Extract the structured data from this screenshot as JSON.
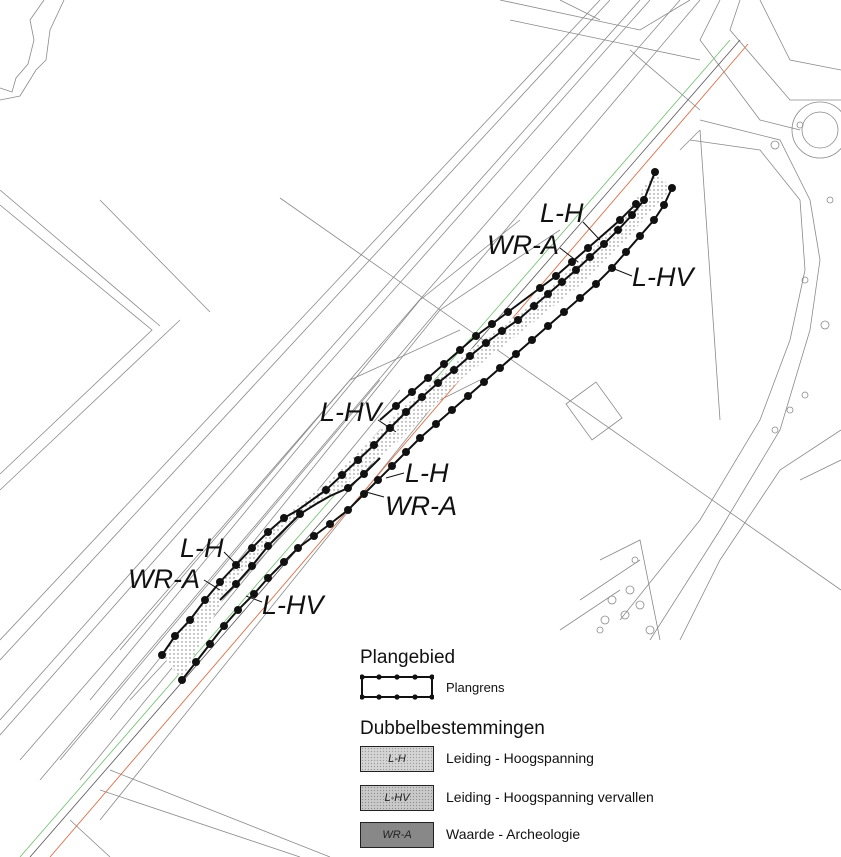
{
  "map_labels": {
    "lh_1": "L-H",
    "wra_1": "WR-A",
    "lhv_1": "L-HV",
    "lhv_2": "L-HV",
    "lh_2": "L-H",
    "wra_2": "WR-A",
    "lh_3": "L-H",
    "wra_3": "WR-A",
    "lhv_3": "L-HV"
  },
  "legend": {
    "heading_plangebied": "Plangebied",
    "plangrens_label": "Plangrens",
    "heading_dubbel": "Dubbelbestemmingen",
    "items": [
      {
        "code": "L-H",
        "label": "Leiding - Hoogspanning"
      },
      {
        "code": "L-HV",
        "label": "Leiding - Hoogspanning vervallen"
      },
      {
        "code": "WR-A",
        "label": "Waarde - Archeologie"
      }
    ]
  },
  "colors": {
    "base_lines": "#8a8a8a",
    "boundary": "#111111",
    "accent_red": "#d9704a",
    "accent_green": "#6cbf6c"
  }
}
